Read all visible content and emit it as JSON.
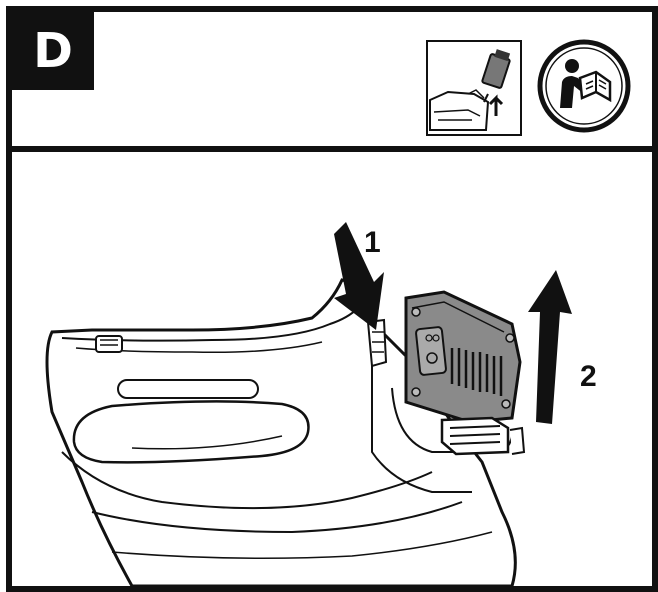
{
  "step": {
    "letter": "D"
  },
  "icons": {
    "thumbnail": "battery-removal-thumbnail-icon",
    "manual": "read-manual-icon"
  },
  "callouts": [
    {
      "label": "1"
    },
    {
      "label": "2"
    }
  ],
  "colors": {
    "ink": "#111111",
    "battery": "#8a8a8a",
    "background": "#ffffff"
  }
}
